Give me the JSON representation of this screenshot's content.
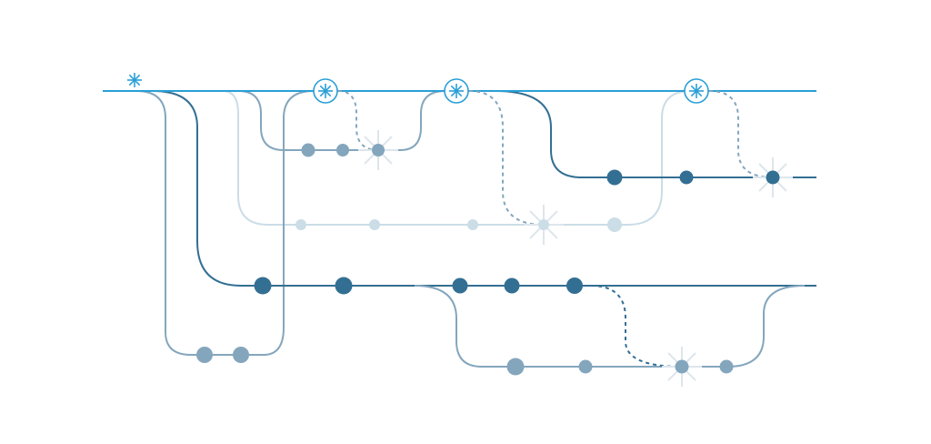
{
  "diagram": {
    "kind": "git-branch-graph",
    "colors": {
      "main": "#2a9fd6",
      "dark": "#336f93",
      "mid": "#84a6bd",
      "light": "#cbdde6",
      "spark": "#dde6ec",
      "background": "#ffffff"
    },
    "icons": {
      "merge_marker": "asterisk-icon",
      "start_marker": "asterisk-icon",
      "spark": "spark-icon"
    },
    "branches": [
      {
        "id": "main",
        "color_key": "main"
      },
      {
        "id": "branch-a",
        "color_key": "mid"
      },
      {
        "id": "branch-b",
        "color_key": "dark"
      },
      {
        "id": "branch-c",
        "color_key": "light"
      },
      {
        "id": "branch-d",
        "color_key": "dark"
      },
      {
        "id": "branch-e",
        "color_key": "mid"
      },
      {
        "id": "branch-f",
        "color_key": "mid"
      }
    ],
    "merge_markers": 3,
    "spark_markers": 4
  }
}
